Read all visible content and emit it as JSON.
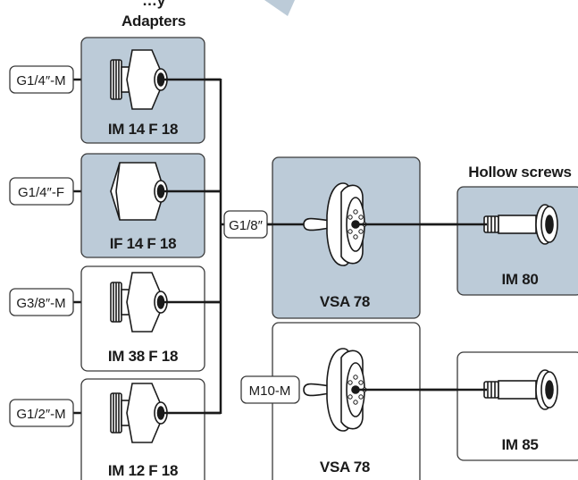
{
  "headers": {
    "top_partial": "…y",
    "adapters": "Adapters",
    "hollow_screws": "Hollow screws"
  },
  "adapters": [
    {
      "thread": "G1/4″-M",
      "name": "IM 14 F 18",
      "highlight": true,
      "shape": "hex-male"
    },
    {
      "thread": "G1/4″-F",
      "name": "IF 14 F 18",
      "highlight": true,
      "shape": "hex-female"
    },
    {
      "thread": "G3/8″-M",
      "name": "IM 38 F 18",
      "highlight": false,
      "shape": "hex-male"
    },
    {
      "thread": "G1/2″-M",
      "name": "IM 12 F 18",
      "highlight": false,
      "shape": "hex-male"
    }
  ],
  "cups": [
    {
      "thread": "G1/8″",
      "name": "VSA 78",
      "highlight": true
    },
    {
      "thread": "M10-M",
      "name": "VSA 78",
      "highlight": false
    }
  ],
  "screws": [
    {
      "name": "IM 80",
      "highlight": true
    },
    {
      "name": "IM 85",
      "highlight": false
    }
  ],
  "colors": {
    "highlight_fill": "#bccbd8",
    "border": "#3a3a3a",
    "line": "#1a1a1a",
    "arrow": "#bccbd8"
  }
}
